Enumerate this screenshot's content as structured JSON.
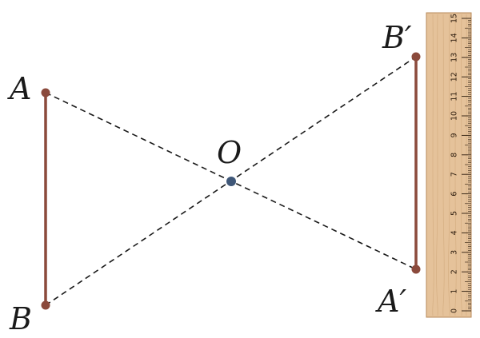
{
  "points": {
    "A": {
      "label": "A"
    },
    "B": {
      "label": "B"
    },
    "O": {
      "label": "O"
    },
    "A_prime": {
      "label": "A′"
    },
    "B_prime": {
      "label": "B′"
    }
  },
  "ruler": {
    "start": 0,
    "end": 15,
    "unit_step": 1,
    "minor_per_unit": 10
  },
  "colors": {
    "segment": "#8b4a3c",
    "point": "#8b4a3c",
    "center_point": "#3f5778",
    "dashed_line": "#1a1a1a",
    "ruler_wood": "#e5c29a",
    "ruler_grain": "#c99e70",
    "ruler_ink": "#2a1a0c"
  }
}
